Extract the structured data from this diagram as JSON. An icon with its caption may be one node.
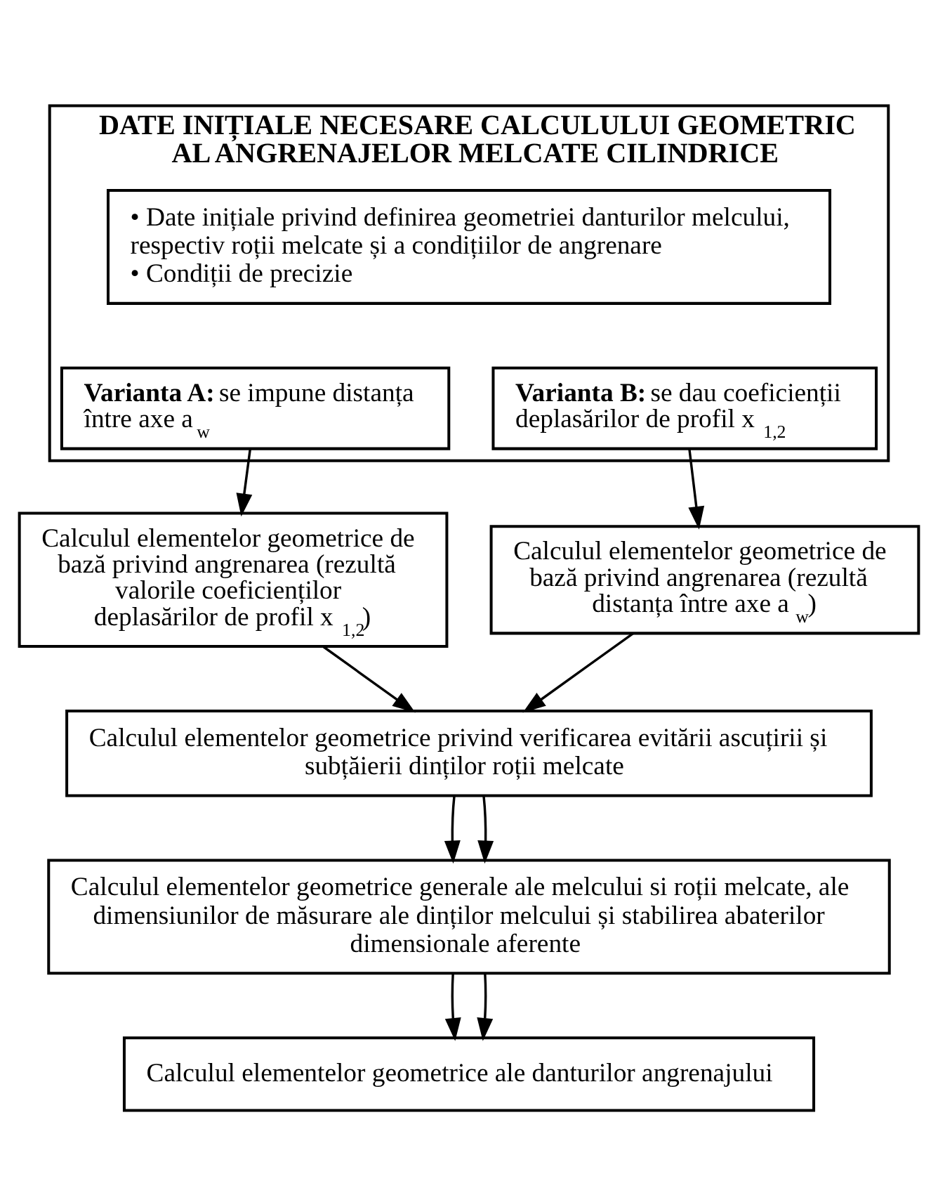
{
  "diagram": {
    "nodes": [
      {
        "text": [
          "DATE INIȚIALE NECESARE CALCULULUI GEOMETRIC AL ANGRENAJELOR MELCATE CILINDRICE"
        ]
      },
      {
        "text": [
          "• Date inițiale privind definirea geometriei danturilor melcului, respectiv roții melcate și a condițiilor de angrenare",
          "• Condiții de precizie"
        ],
        "in": 0
      },
      {
        "text": [
          "**Varianta A:** se impune distanța între axe a$_{w}$"
        ],
        "in": 0
      },
      {
        "text": [
          "**Varianta B:** se dau coeficienții deplasărilor de profil x$_{1,2}$"
        ],
        "in": 0
      },
      {
        "text": [
          "Calculul elementelor geometrice de bază privind angrenarea (rezultă valorile coeficienților deplasărilor de profil x$_{1,2}$)"
        ]
      },
      {
        "text": [
          "Calculul elementelor geometrice de bază privind angrenarea (rezultă distanța între axe a$_{w}$)"
        ]
      },
      {
        "text": [
          "Calculul elementelor geometrice privind verificarea evitării ascuțirii și subțăierii dinților roții melcate"
        ]
      },
      {
        "text": [
          "Calculul elementelor geometrice generale ale melcului si roții melcate, ale dimensiunilor de măsurare ale dinților melcului și stabilirea abaterilor dimensionale aferente"
        ]
      },
      {
        "text": [
          "Calculul elementelor geometrice ale danturilor angrenajului"
        ]
      }
    ],
    "edges": [
      {
        "from": 2,
        "to": 4,
        "arrow": "to"
      },
      {
        "from": 3,
        "to": 5,
        "arrow": "to"
      },
      {
        "from": 4,
        "to": 6,
        "arrow": "to"
      },
      {
        "from": 5,
        "to": 6,
        "arrow": "to"
      },
      {
        "from": 6,
        "to": 7,
        "arrow": "to"
      },
      {
        "from": 6,
        "to": 7,
        "arrow": "to"
      },
      {
        "from": 7,
        "to": 8,
        "arrow": "to"
      },
      {
        "from": 7,
        "to": 8,
        "arrow": "to"
      }
    ]
  }
}
